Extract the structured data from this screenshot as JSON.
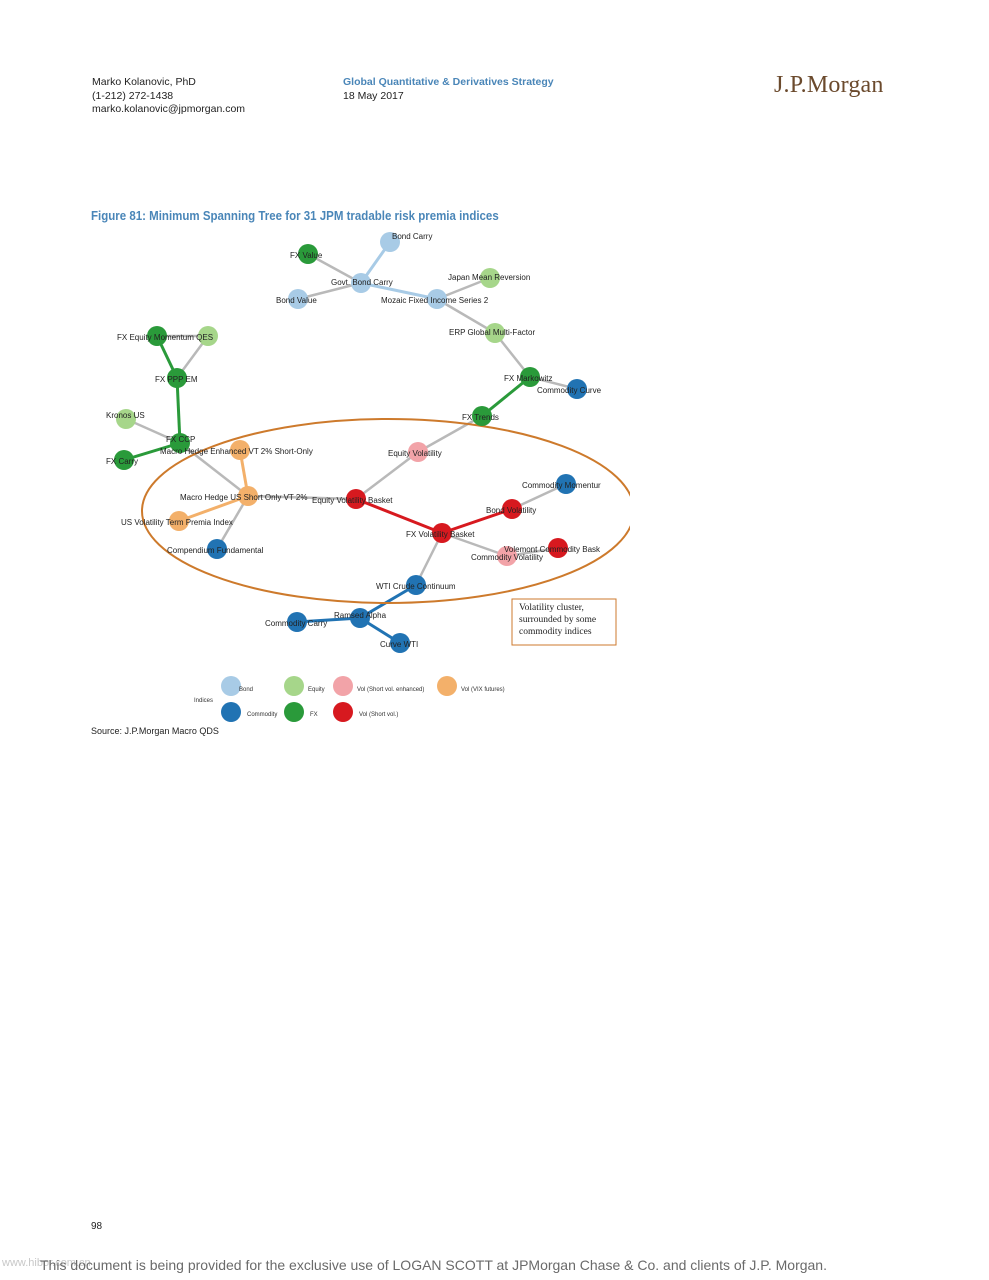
{
  "header": {
    "author_name": "Marko Kolanovic, PhD",
    "author_phone": "(1-212) 272-1438",
    "author_email": "marko.kolanovic@jpmorgan.com",
    "strategy": "Global Quantitative & Derivatives Strategy",
    "date": "18 May 2017",
    "logo": "J.P.Morgan"
  },
  "figure": {
    "title": "Figure 81: Minimum Spanning Tree for 31 JPM tradable risk premia indices",
    "source": "Source: J.P.Morgan Macro QDS",
    "annotation_lines": [
      "Volatility cluster,",
      "surrounded by some",
      "commodity indices"
    ]
  },
  "colors": {
    "bond": "#a8cbe6",
    "equity": "#a6d68a",
    "vol_short_enhanced": "#f2a3a8",
    "vol_vix": "#f3b06a",
    "commodity": "#2173b3",
    "fx": "#2a9a3a",
    "vol_short": "#d7191f",
    "gray_edge": "#b9b9b9",
    "ellipse": "#cd7a2c",
    "title_blue": "#4a86b8"
  },
  "legend": {
    "title": "Indices",
    "items": [
      {
        "label": "Bond",
        "category": "bond"
      },
      {
        "label": "Equity",
        "category": "equity"
      },
      {
        "label": "Vol (Short vol. enhanced)",
        "category": "vol_short_enhanced"
      },
      {
        "label": "Vol (VIX futures)",
        "category": "vol_vix"
      },
      {
        "label": "Commodity",
        "category": "commodity"
      },
      {
        "label": "FX",
        "category": "fx"
      },
      {
        "label": "Vol (Short vol.)",
        "category": "vol_short"
      }
    ]
  },
  "nodes": [
    {
      "id": "bond_carry",
      "label": "Bond Carry",
      "category": "bond"
    },
    {
      "id": "fx_value",
      "label": "FX Value",
      "category": "fx"
    },
    {
      "id": "govt_bond_carry",
      "label": "Govt. Bond Carry",
      "category": "bond"
    },
    {
      "id": "japan_mr",
      "label": "Japan Mean Reversion",
      "category": "equity"
    },
    {
      "id": "bond_value",
      "label": "Bond Value",
      "category": "bond"
    },
    {
      "id": "mozaic",
      "label": "Mozaic Fixed Income Series 2",
      "category": "bond"
    },
    {
      "id": "erp_global",
      "label": "ERP Global Multi-Factor",
      "category": "equity"
    },
    {
      "id": "fx_eq_mom",
      "label": "FX Equity Momentum QES",
      "category": "fx"
    },
    {
      "id": "eq_mom_qes",
      "label": "",
      "category": "equity"
    },
    {
      "id": "fx_ppp_em",
      "label": "FX PPP EM",
      "category": "fx"
    },
    {
      "id": "fx_markowitz",
      "label": "FX Markowitz",
      "category": "fx"
    },
    {
      "id": "commodity_curve",
      "label": "Commodity Curve",
      "category": "commodity"
    },
    {
      "id": "kronos_us",
      "label": "Kronos US",
      "category": "equity"
    },
    {
      "id": "fx_trends",
      "label": "FX Trends",
      "category": "fx"
    },
    {
      "id": "fx_ccp",
      "label": "FX CCP",
      "category": "fx"
    },
    {
      "id": "mh_enhanced",
      "label": "Macro Hedge Enhanced VT 2% Short-Only",
      "category": "vol_vix"
    },
    {
      "id": "equity_volatility",
      "label": "Equity Volatility",
      "category": "vol_short_enhanced"
    },
    {
      "id": "fx_carry",
      "label": "FX Carry",
      "category": "fx"
    },
    {
      "id": "commodity_momentum",
      "label": "Commodity Momentur",
      "category": "commodity"
    },
    {
      "id": "mh_us",
      "label": "Macro Hedge US Short Only VT 2%",
      "category": "vol_vix"
    },
    {
      "id": "eq_vol_basket",
      "label": "Equity Volatility Basket",
      "category": "vol_short"
    },
    {
      "id": "bond_volatility",
      "label": "Bond Volatility",
      "category": "vol_short"
    },
    {
      "id": "us_vol_term",
      "label": "US Volatility Term Premia Index",
      "category": "vol_vix"
    },
    {
      "id": "fx_vol_basket",
      "label": "FX Volatility Basket",
      "category": "vol_short"
    },
    {
      "id": "compendium",
      "label": "Compendium Fundamental",
      "category": "commodity"
    },
    {
      "id": "volemont",
      "label": "Volemont Commodity Bask",
      "category": "vol_short"
    },
    {
      "id": "commodity_volatility",
      "label": "Commodity Volatility",
      "category": "vol_short_enhanced"
    },
    {
      "id": "wti_crude",
      "label": "WTI Crude Continuum",
      "category": "commodity"
    },
    {
      "id": "commodity_carry",
      "label": "Commodity Carry",
      "category": "commodity"
    },
    {
      "id": "ramsed_alpha",
      "label": "Ramsed Alpha",
      "category": "commodity"
    },
    {
      "id": "curve_wti",
      "label": "Curve WTI",
      "category": "commodity"
    }
  ],
  "edges": [
    {
      "from": "bond_carry",
      "to": "govt_bond_carry",
      "color": "bond"
    },
    {
      "from": "fx_value",
      "to": "govt_bond_carry",
      "color": "gray_edge"
    },
    {
      "from": "bond_value",
      "to": "govt_bond_carry",
      "color": "gray_edge"
    },
    {
      "from": "govt_bond_carry",
      "to": "mozaic",
      "color": "bond"
    },
    {
      "from": "japan_mr",
      "to": "mozaic",
      "color": "gray_edge"
    },
    {
      "from": "mozaic",
      "to": "erp_global",
      "color": "gray_edge"
    },
    {
      "from": "erp_global",
      "to": "fx_markowitz",
      "color": "gray_edge"
    },
    {
      "from": "fx_markowitz",
      "to": "commodity_curve",
      "color": "gray_edge"
    },
    {
      "from": "fx_markowitz",
      "to": "fx_trends",
      "color": "fx"
    },
    {
      "from": "fx_trends",
      "to": "equity_volatility",
      "color": "gray_edge"
    },
    {
      "from": "equity_volatility",
      "to": "eq_vol_basket",
      "color": "gray_edge"
    },
    {
      "from": "fx_eq_mom",
      "to": "eq_mom_qes",
      "color": "gray_edge"
    },
    {
      "from": "fx_eq_mom",
      "to": "fx_ppp_em",
      "color": "fx"
    },
    {
      "from": "eq_mom_qes",
      "to": "fx_ppp_em",
      "color": "gray_edge"
    },
    {
      "from": "fx_ppp_em",
      "to": "fx_ccp",
      "color": "fx"
    },
    {
      "from": "kronos_us",
      "to": "fx_ccp",
      "color": "gray_edge"
    },
    {
      "from": "fx_carry",
      "to": "fx_ccp",
      "color": "fx"
    },
    {
      "from": "fx_ccp",
      "to": "mh_us",
      "color": "gray_edge"
    },
    {
      "from": "mh_enhanced",
      "to": "mh_us",
      "color": "vol_vix"
    },
    {
      "from": "us_vol_term",
      "to": "mh_us",
      "color": "vol_vix"
    },
    {
      "from": "compendium",
      "to": "mh_us",
      "color": "gray_edge"
    },
    {
      "from": "mh_us",
      "to": "eq_vol_basket",
      "color": "gray_edge"
    },
    {
      "from": "eq_vol_basket",
      "to": "fx_vol_basket",
      "color": "vol_short"
    },
    {
      "from": "fx_vol_basket",
      "to": "bond_volatility",
      "color": "vol_short"
    },
    {
      "from": "bond_volatility",
      "to": "commodity_momentum",
      "color": "gray_edge"
    },
    {
      "from": "fx_vol_basket",
      "to": "commodity_volatility",
      "color": "gray_edge"
    },
    {
      "from": "commodity_volatility",
      "to": "volemont",
      "color": "gray_edge"
    },
    {
      "from": "fx_vol_basket",
      "to": "wti_crude",
      "color": "gray_edge"
    },
    {
      "from": "wti_crude",
      "to": "ramsed_alpha",
      "color": "commodity"
    },
    {
      "from": "ramsed_alpha",
      "to": "commodity_carry",
      "color": "commodity"
    },
    {
      "from": "ramsed_alpha",
      "to": "curve_wti",
      "color": "commodity"
    }
  ],
  "page": {
    "number": "98",
    "footer": "This document is being provided for the exclusive use of LOGAN SCOTT at JPMorgan Chase & Co. and clients of J.P. Morgan.",
    "watermark": "www.hibor.com.cn"
  }
}
